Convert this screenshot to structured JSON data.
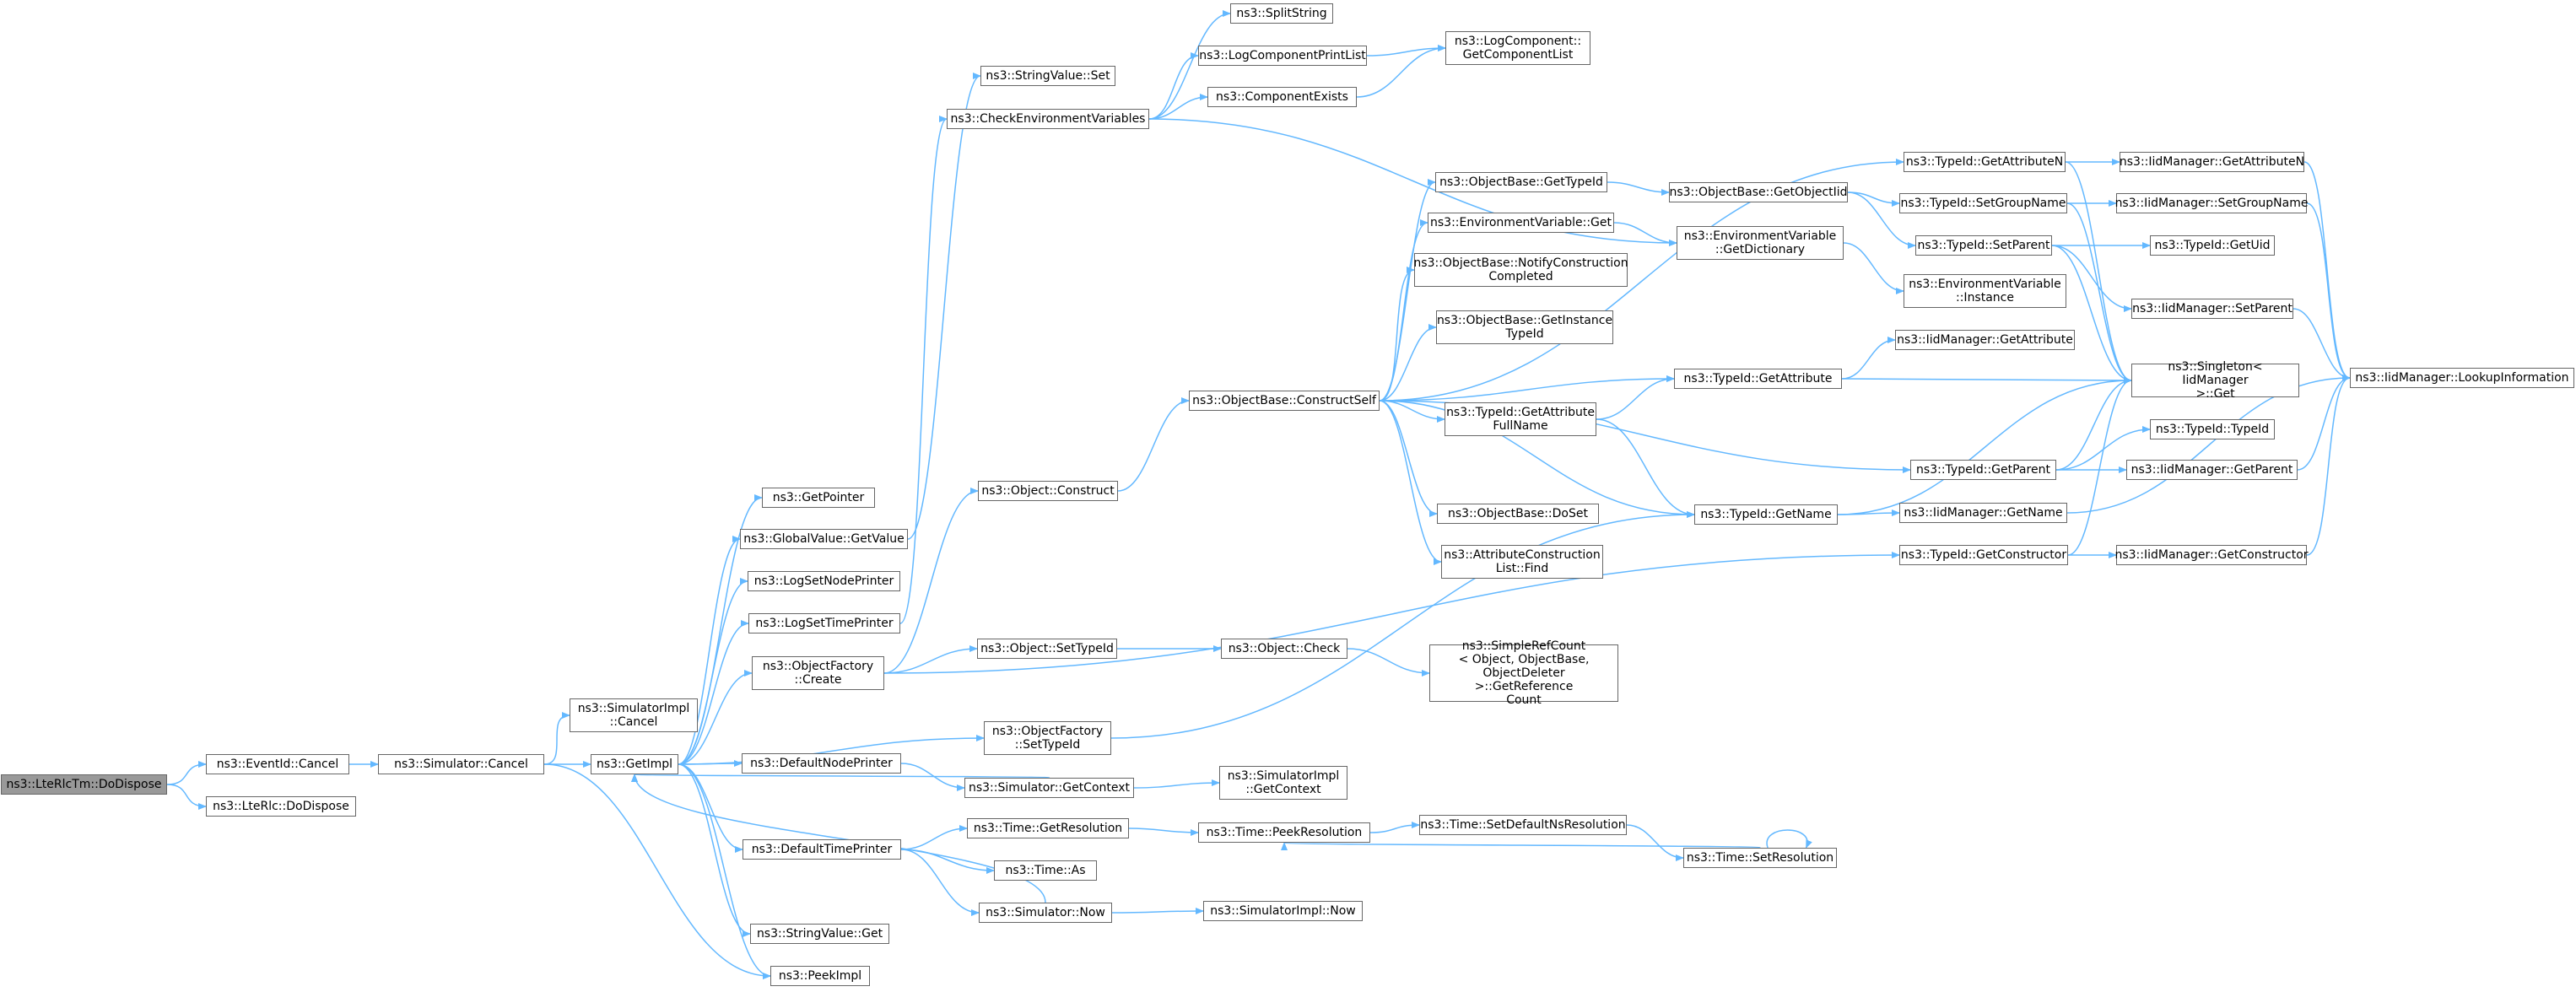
{
  "colors": {
    "edge": "#63b8ff",
    "node_border": "#666666",
    "root_fill": "#999999"
  },
  "nodes": {
    "lteRlcTm_doDispose": "ns3::LteRlcTm::DoDispose",
    "eventId_cancel": "ns3::EventId::Cancel",
    "lteRlc_doDispose": "ns3::LteRlc::DoDispose",
    "simulator_cancel": "ns3::Simulator::Cancel",
    "simulatorImpl_cancel": "ns3::SimulatorImpl\n::Cancel",
    "getImpl": "ns3::GetImpl",
    "getPointer": "ns3::GetPointer",
    "globalValue_getValue": "ns3::GlobalValue::GetValue",
    "logSetNodePrinter": "ns3::LogSetNodePrinter",
    "logSetTimePrinter": "ns3::LogSetTimePrinter",
    "objectFactory_create": "ns3::ObjectFactory\n::Create",
    "defaultNodePrinter": "ns3::DefaultNodePrinter",
    "defaultTimePrinter": "ns3::DefaultTimePrinter",
    "stringValue_get": "ns3::StringValue::Get",
    "peekImpl": "ns3::PeekImpl",
    "stringValue_set": "ns3::StringValue::Set",
    "checkEnvironmentVariables": "ns3::CheckEnvironmentVariables",
    "object_construct": "ns3::Object::Construct",
    "object_setTypeId": "ns3::Object::SetTypeId",
    "objectFactory_setTypeId": "ns3::ObjectFactory\n::SetTypeId",
    "simulator_getContext": "ns3::Simulator::GetContext",
    "time_getResolution": "ns3::Time::GetResolution",
    "time_as": "ns3::Time::As",
    "simulator_now": "ns3::Simulator::Now",
    "splitString": "ns3::SplitString",
    "logComponentPrintList": "ns3::LogComponentPrintList",
    "componentExists": "ns3::ComponentExists",
    "logComponent_getComponentList": "ns3::LogComponent::\nGetComponentList",
    "objectBase_constructSelf": "ns3::ObjectBase::ConstructSelf",
    "object_check": "ns3::Object::Check",
    "simulatorImpl_getContext": "ns3::SimulatorImpl\n::GetContext",
    "time_peekResolution": "ns3::Time::PeekResolution",
    "simulatorImpl_now": "ns3::SimulatorImpl::Now",
    "objectBase_getTypeId": "ns3::ObjectBase::GetTypeId",
    "environmentVariable_get": "ns3::EnvironmentVariable::Get",
    "objectBase_notifyConstructionCompleted": "ns3::ObjectBase::NotifyConstruction\nCompleted",
    "objectBase_getInstanceTypeId": "ns3::ObjectBase::GetInstance\nTypeId",
    "typeId_getAttributeFullName": "ns3::TypeId::GetAttribute\nFullName",
    "objectBase_doSet": "ns3::ObjectBase::DoSet",
    "attributeConstructionList_find": "ns3::AttributeConstruction\nList::Find",
    "simpleRefCount_getReferenceCount": "ns3::SimpleRefCount\n< Object, ObjectBase,\n ObjectDeleter >::GetReference\nCount",
    "time_setDefaultNsResolution": "ns3::Time::SetDefaultNsResolution",
    "time_setResolution": "ns3::Time::SetResolution",
    "objectBase_getObjectIid": "ns3::ObjectBase::GetObjectIid",
    "environmentVariable_getDictionary": "ns3::EnvironmentVariable\n::GetDictionary",
    "typeId_getAttribute": "ns3::TypeId::GetAttribute",
    "typeId_getName": "ns3::TypeId::GetName",
    "typeId_getAttributeN": "ns3::TypeId::GetAttributeN",
    "typeId_setGroupName": "ns3::TypeId::SetGroupName",
    "typeId_setParent": "ns3::TypeId::SetParent",
    "environmentVariable_instance": "ns3::EnvironmentVariable\n::Instance",
    "iidManager_getAttribute": "ns3::IidManager::GetAttribute",
    "typeId_getParent": "ns3::TypeId::GetParent",
    "typeId_getConstructor": "ns3::TypeId::GetConstructor",
    "iidManager_getName": "ns3::IidManager::GetName",
    "iidManager_getAttributeN": "ns3::IidManager::GetAttributeN",
    "iidManager_setGroupName": "ns3::IidManager::SetGroupName",
    "typeId_getUid": "ns3::TypeId::GetUid",
    "iidManager_setParent": "ns3::IidManager::SetParent",
    "singleton_get": "ns3::Singleton< IidManager\n >::Get",
    "typeId_typeId": "ns3::TypeId::TypeId",
    "iidManager_getParent": "ns3::IidManager::GetParent",
    "iidManager_getConstructor": "ns3::IidManager::GetConstructor",
    "iidManager_lookupInformation": "ns3::IidManager::LookupInformation"
  }
}
